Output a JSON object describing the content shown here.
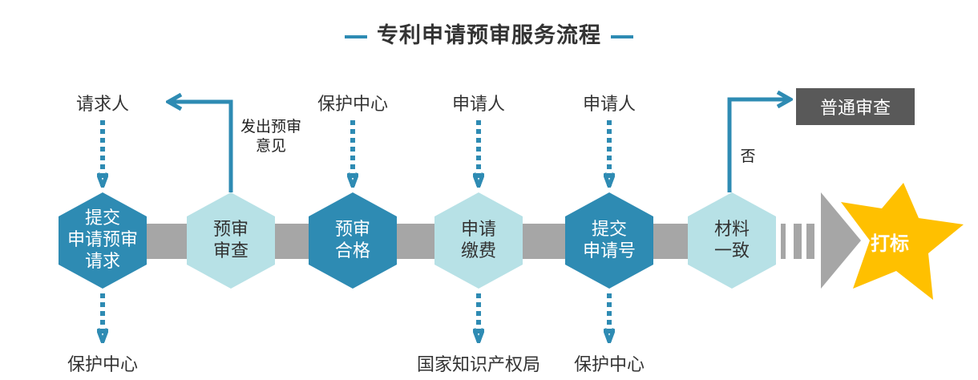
{
  "title": "专利申请预审服务流程",
  "steps": [
    {
      "label_lines": [
        "提交",
        "申请预审",
        "请求"
      ],
      "style": "dark",
      "above": "请求人",
      "below": "保护中心"
    },
    {
      "label_lines": [
        "预审",
        "审查"
      ],
      "style": "light",
      "side_note_lines": [
        "发出预审",
        "意见"
      ]
    },
    {
      "label_lines": [
        "预审",
        "合格"
      ],
      "style": "dark",
      "above": "保护中心"
    },
    {
      "label_lines": [
        "申请",
        "缴费"
      ],
      "style": "light",
      "above": "申请人",
      "below": "国家知识产权局"
    },
    {
      "label_lines": [
        "提交",
        "申请号"
      ],
      "style": "dark",
      "above": "申请人",
      "below": "保护中心"
    },
    {
      "label_lines": [
        "材料",
        "一致"
      ],
      "style": "light",
      "branch_label": "否",
      "branch_target": "普通审查"
    }
  ],
  "final": "打标",
  "colors": {
    "dark": "#2e8bb3",
    "light": "#b7e1e6",
    "bar": "#a6a6a6",
    "star": "#ffc000",
    "box": "#595959",
    "arrow": "#2e8bb3"
  }
}
